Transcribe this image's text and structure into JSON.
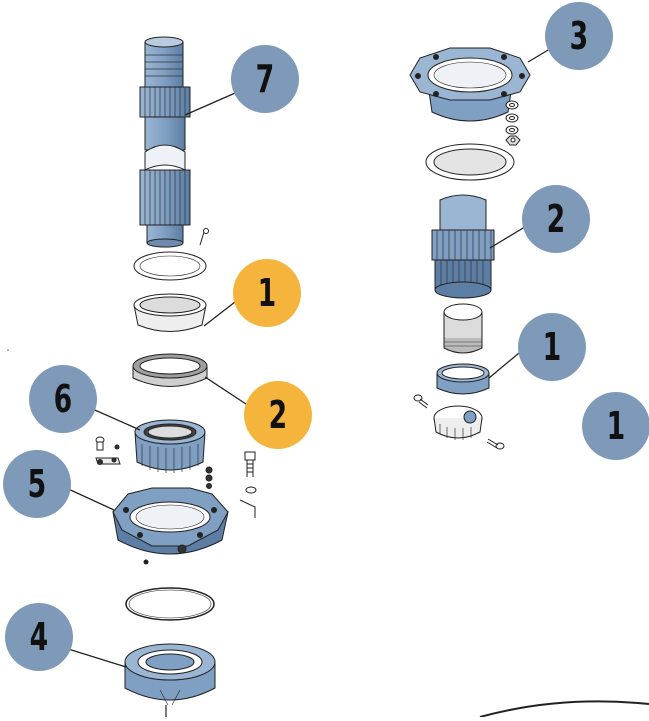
{
  "colors": {
    "badge_blue": "#7e9ab8",
    "badge_orange": "#f5b53c",
    "part_blue": "#7f9fc3",
    "part_blue_dark": "#5d7ea4",
    "outline": "#222222"
  },
  "callouts": {
    "c7": "7",
    "c3": "3",
    "c2_right": "2",
    "c1_orange": "1",
    "c1_right": "1",
    "c2_orange": "2",
    "c6": "6",
    "c1_far": "1",
    "c5": "5",
    "c4": "4"
  }
}
